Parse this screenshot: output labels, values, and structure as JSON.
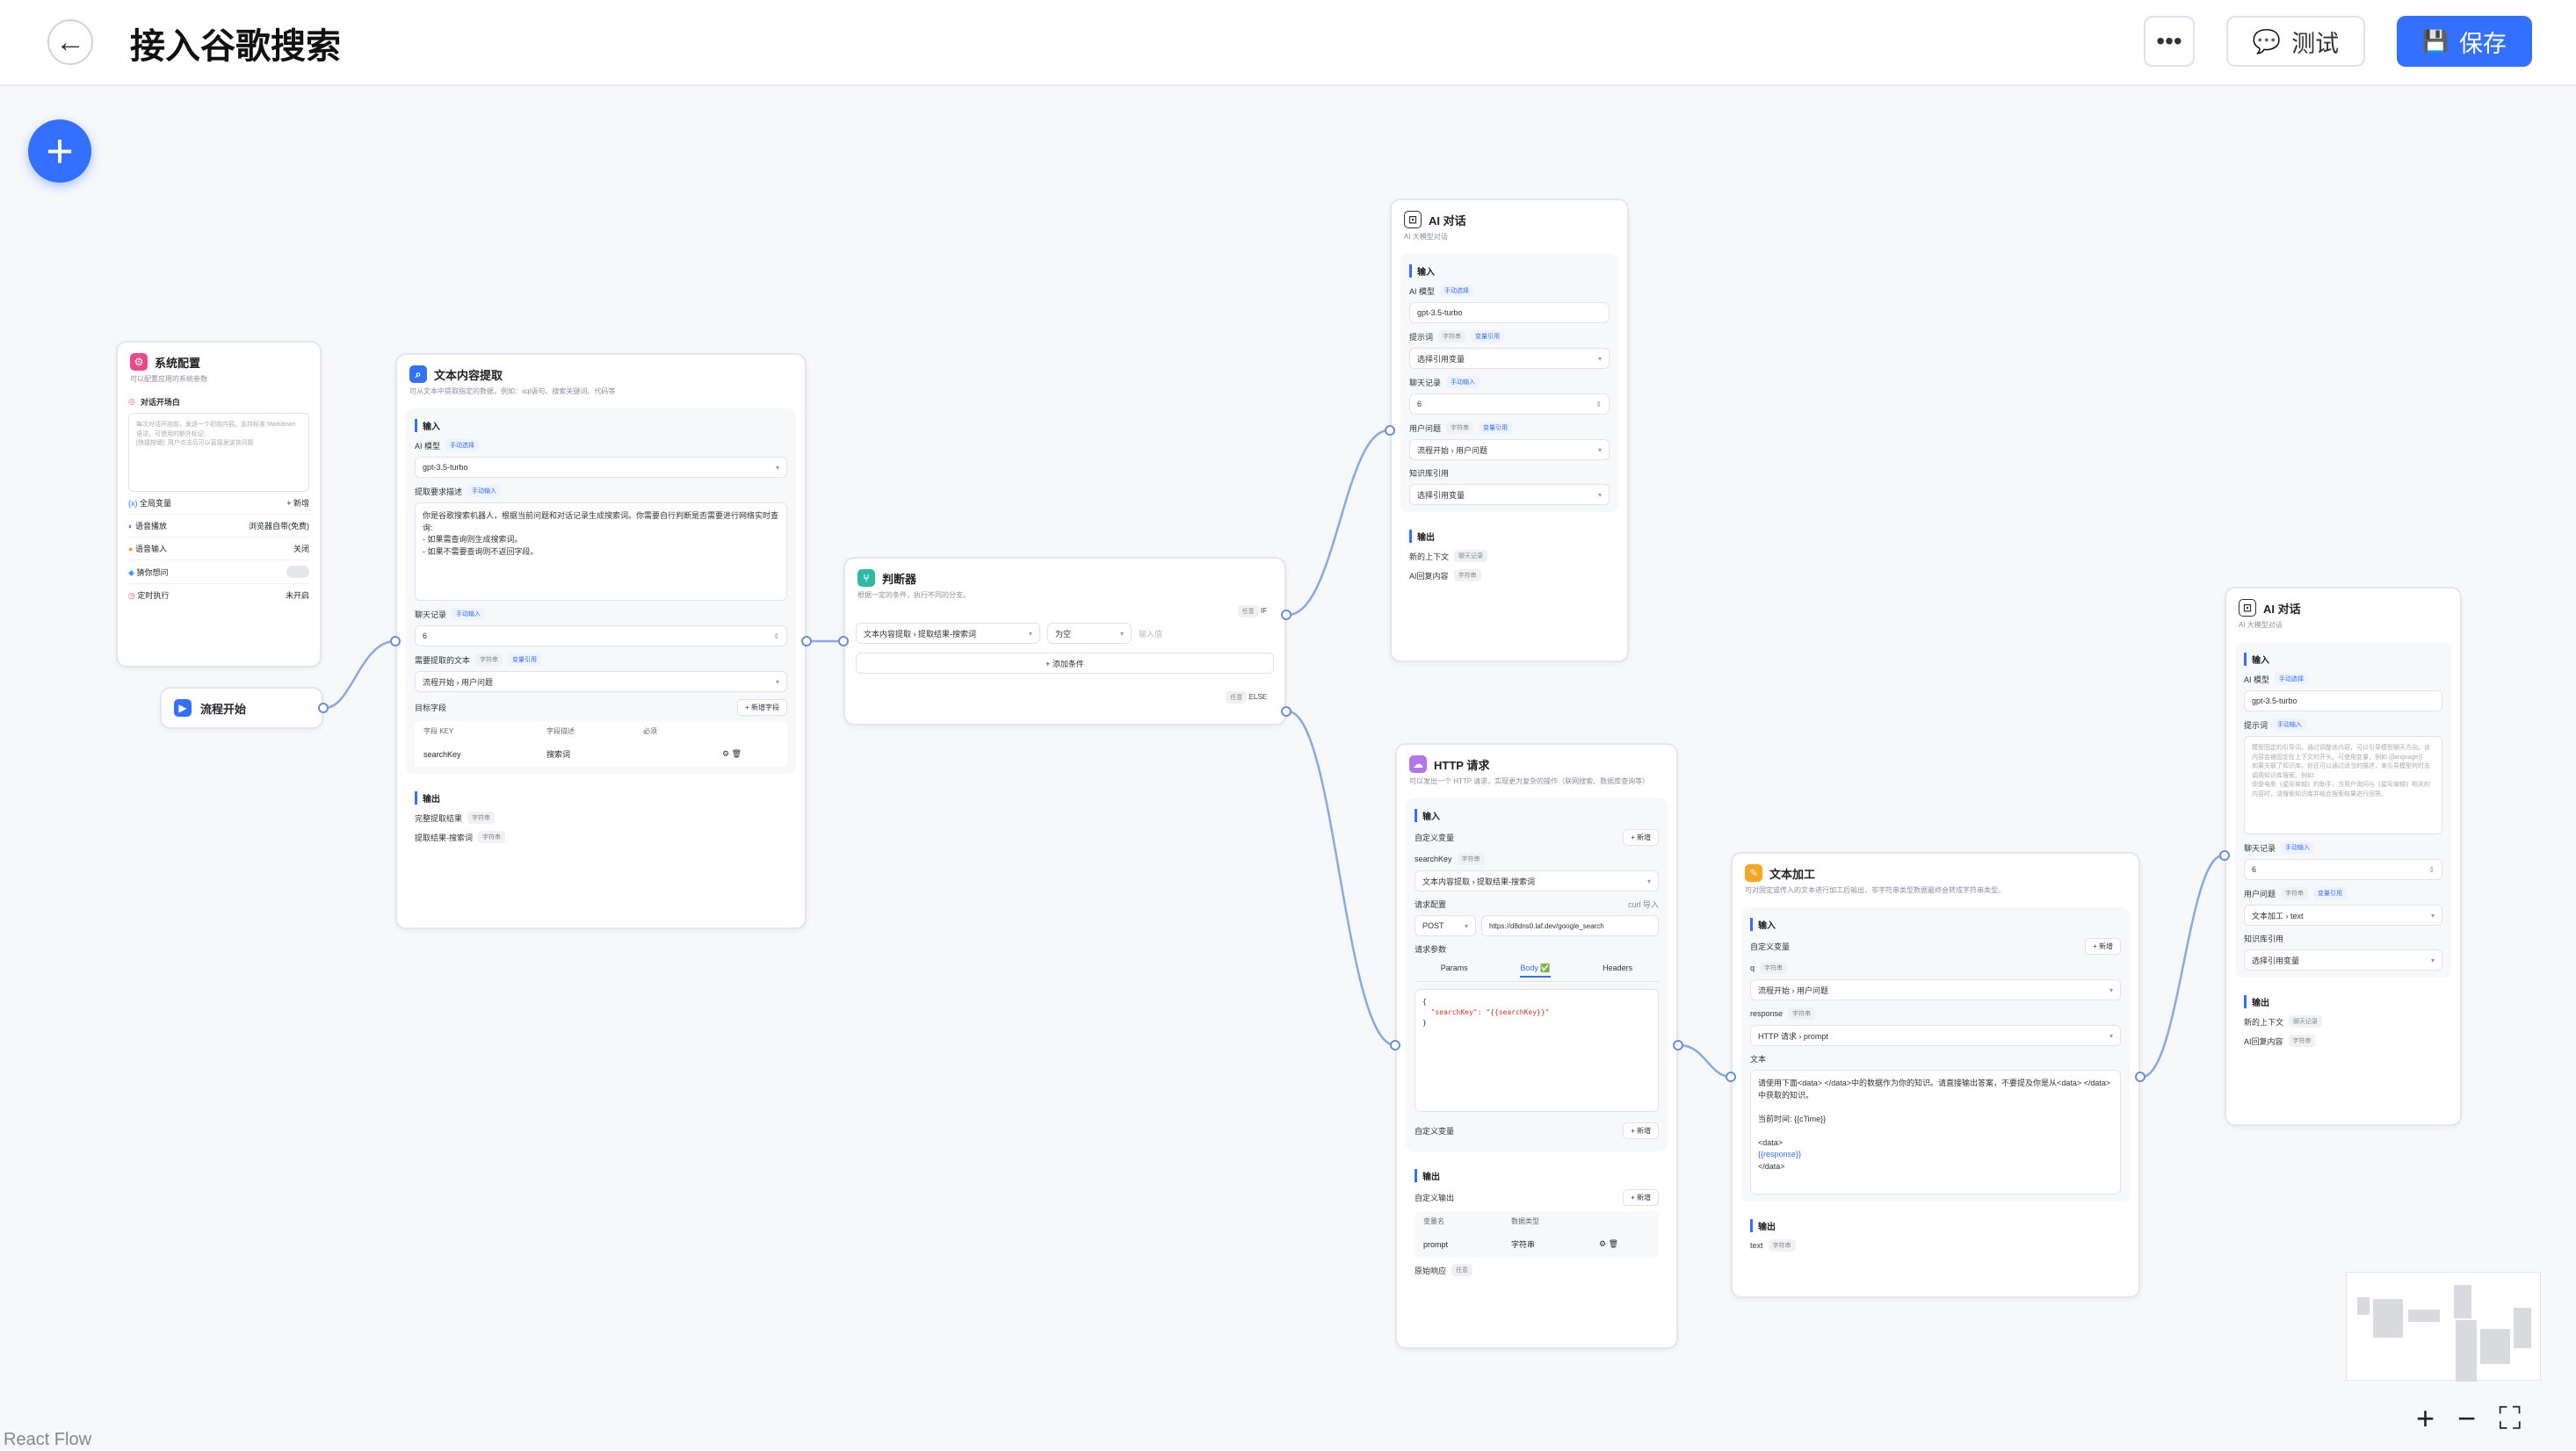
{
  "header": {
    "title": "接入谷歌搜索",
    "test_label": "测试",
    "save_label": "保存",
    "accent": "#3370ff"
  },
  "system_node": {
    "title": "系统配置",
    "desc": "可以配置应用的系统参数",
    "opening_label": "对话开场白",
    "opening_placeholder": "每次对话开始前，发送一个初始内容。支持标准 Markdown 语法，可使用的额外标记：\n[快捷按键]: 用户点击后可以直接发送该问题",
    "global_var": "全局变量",
    "global_var_action": "+ 新增",
    "tts": "语音播放",
    "tts_value": "浏览器自带(免费)",
    "voice_input": "语音输入",
    "voice_input_value": "关闭",
    "guess": "猜你想问",
    "timer": "定时执行",
    "timer_value": "未开启"
  },
  "start_node": {
    "title": "流程开始"
  },
  "extract_node": {
    "title": "文本内容提取",
    "desc": "可从文本中提取指定的数据，例如：sql语句、搜索关键词、代码等",
    "input_title": "输入",
    "ai_model_label": "AI 模型",
    "ai_model_tag": "手动选择",
    "ai_model": "gpt-3.5-turbo",
    "desc_label": "提取要求描述",
    "desc_tag": "手动输入",
    "desc_text": "你是谷歌搜索机器人，根据当前问题和对话记录生成搜索词。你需要自行判断是否需要进行网络实时查询:\n- 如果需查询则生成搜索词。\n- 如果不需要查询则不返回字段。",
    "history_label": "聊天记录",
    "history_tag": "手动输入",
    "history_value": "6",
    "text_label": "需要提取的文本",
    "text_tag1": "字符串",
    "text_tag2": "变量引用",
    "text_value_a": "流程开始",
    "text_value_b": "用户问题",
    "target_label": "目标字段",
    "target_add": "+ 新增字段",
    "cols": [
      "字段 KEY",
      "字段描述",
      "必须"
    ],
    "rows": [
      {
        "key": "searchKey",
        "desc": "搜索词"
      }
    ],
    "output_title": "输出",
    "out1": "完整提取结果",
    "out1_tag": "字符串",
    "out2": "提取结果-搜索词",
    "out2_tag": "字符串"
  },
  "judge_node": {
    "title": "判断器",
    "desc": "根据一定的条件，执行不同的分支。",
    "if_label": "任意",
    "if_label2": "IF",
    "cond_a": "文本内容提取",
    "cond_b": "提取结果-搜索词",
    "cond_op": "为空",
    "cond_val": "输入值",
    "add_cond": "+ 添加条件",
    "else_label": "任意",
    "else_label2": "ELSE"
  },
  "ai1_node": {
    "title": "AI 对话",
    "desc": "AI 大模型对话",
    "input_title": "输入",
    "model_label": "AI 模型",
    "model_tag": "手动选择",
    "model": "gpt-3.5-turbo",
    "prompt_label": "提示词",
    "prompt_tag1": "字符串",
    "prompt_tag2": "变量引用",
    "prompt_value": "选择引用变量",
    "history_label": "聊天记录",
    "history_tag": "手动输入",
    "history_value": "6",
    "question_label": "用户问题",
    "question_tag1": "字符串",
    "question_tag2": "变量引用",
    "question_a": "流程开始",
    "question_b": "用户问题",
    "kb_label": "知识库引用",
    "kb_value": "选择引用变量",
    "output_title": "输出",
    "out1": "新的上下文",
    "out1_tag": "聊天记录",
    "out2": "AI回复内容",
    "out2_tag": "字符串"
  },
  "http_node": {
    "title": "HTTP 请求",
    "desc": "可以发出一个 HTTP 请求，实现更为复杂的操作（联网搜索、数据库查询等）",
    "input_title": "输入",
    "custom_var_label": "自定义变量",
    "add": "+ 新增",
    "var_key": "searchKey",
    "var_tag": "字符串",
    "var_a": "文本内容提取",
    "var_b": "提取结果-搜索词",
    "req_label": "请求配置",
    "curl": "curl 导入",
    "method": "POST",
    "url": "https://d8dns0.laf.dev/google_search",
    "params_label": "请求参数",
    "tabs": [
      "Params",
      "Body ✅",
      "Headers"
    ],
    "body_open": "{",
    "body_line": "  \"searchKey\": \"{{searchKey}}\"",
    "body_close": "}",
    "custom_var2_label": "自定义变量",
    "output_title": "输出",
    "custom_out_label": "自定义输出",
    "out_cols": [
      "变量名",
      "数据类型"
    ],
    "out_rows": [
      {
        "name": "prompt",
        "type": "字符串"
      }
    ],
    "raw_label": "原始响应",
    "raw_tag": "任意"
  },
  "text_node": {
    "title": "文本加工",
    "desc": "可对固定或传入的文本进行加工后输出，非字符串类型数据最终会转成字符串类型。",
    "input_title": "输入",
    "custom_var_label": "自定义变量",
    "add": "+ 新增",
    "q_key": "q",
    "q_tag": "字符串",
    "q_a": "流程开始",
    "q_b": "用户问题",
    "resp_key": "response",
    "resp_tag": "字符串",
    "resp_a": "HTTP 请求",
    "resp_b": "prompt",
    "text_label": "文本",
    "text_line1": "请使用下面<data> </data>中的数据作为你的知识。请直接输出答案，不要提及你是从<data> </data>中获取的知识。",
    "text_line2": "当前时间: {{cTime}}",
    "text_line3": "<data>",
    "text_line4": "{{response}}",
    "text_line5": "</data>",
    "output_title": "输出",
    "out1": "text",
    "out1_tag": "字符串"
  },
  "ai2_node": {
    "title": "AI 对话",
    "desc": "AI 大模型对话",
    "input_title": "输入",
    "model_label": "AI 模型",
    "model_tag": "手动选择",
    "model": "gpt-3.5-turbo",
    "prompt_label": "提示词",
    "prompt_tag": "手动输入",
    "prompt_placeholder": "模型固定的引导词，通过调整该内容，可以引导模型聊天方向。该内容会被固定在上下文的开头。可使用变量，例如 {{language}}\n如果关联了知识库，你还可以通过适当的描述，来引导模型何时去调用知识库搜索。例如:\n你是电影《星际穿越》的助手，当用户询问与《星际穿越》相关的内容时，请搜索知识库并结合搜索结果进行回答。",
    "history_label": "聊天记录",
    "history_tag": "手动输入",
    "history_value": "6",
    "question_label": "用户问题",
    "question_tag1": "字符串",
    "question_tag2": "变量引用",
    "question_a": "文本加工",
    "question_b": "text",
    "kb_label": "知识库引用",
    "kb_value": "选择引用变量",
    "output_title": "输出",
    "out1": "新的上下文",
    "out1_tag": "聊天记录",
    "out2": "AI回复内容",
    "out2_tag": "字符串"
  },
  "footer": {
    "react_flow": "React Flow"
  }
}
